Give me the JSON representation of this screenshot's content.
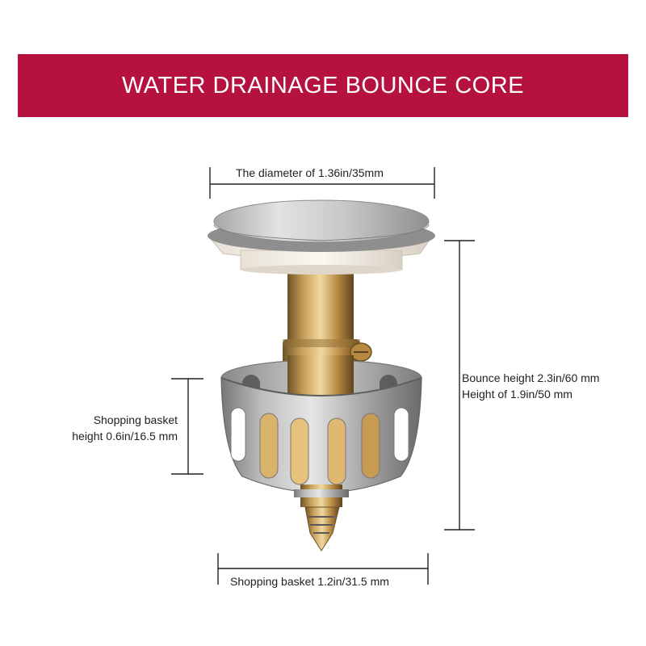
{
  "title": "WATER DRAINAGE BOUNCE CORE",
  "dimensions": {
    "diameter": "The diameter of 1.36in/35mm",
    "bounce_height": "Bounce height 2.3in/60 mm",
    "height": "Height of 1.9in/50 mm",
    "basket_height_line1": "Shopping basket",
    "basket_height_line2": "height 0.6in/16.5 mm",
    "basket_width": "Shopping basket 1.2in/31.5 mm"
  },
  "colors": {
    "banner": "#b5123f",
    "banner_text": "#ffffff",
    "dimension_line": "#222222"
  },
  "icons": {
    "product": "drain-stopper-product-image"
  }
}
